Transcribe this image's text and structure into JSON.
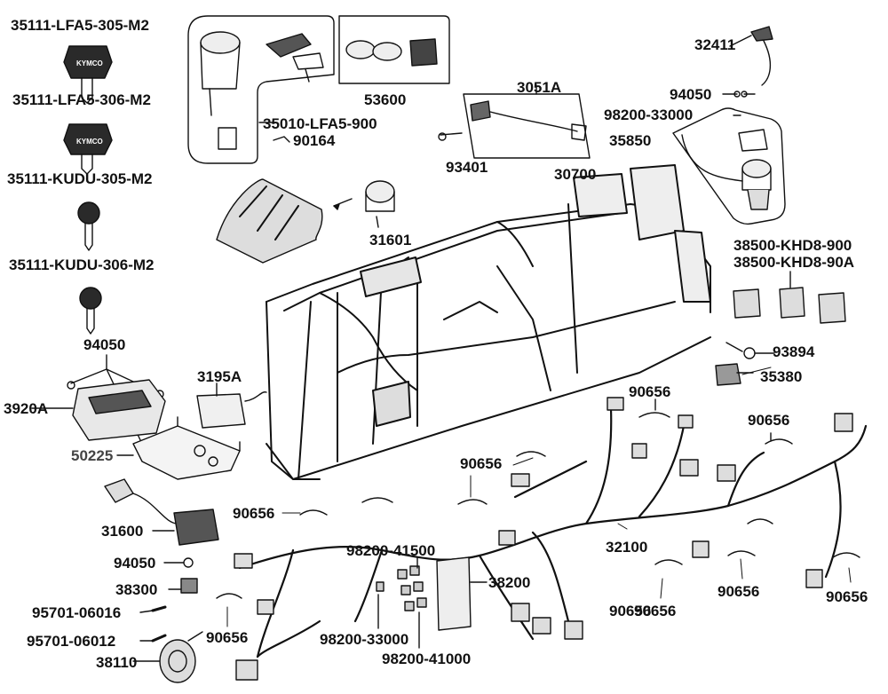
{
  "diagram": {
    "parts": [
      {
        "id": "p1",
        "number": "35111-LFA5-305-M2"
      },
      {
        "id": "p2",
        "number": "35111-LFA5-306-M2"
      },
      {
        "id": "p3",
        "number": "35111-KUDU-305-M2"
      },
      {
        "id": "p4",
        "number": "35111-KUDU-306-M2"
      },
      {
        "id": "p5",
        "number": "94050"
      },
      {
        "id": "p6",
        "number": "3920A"
      },
      {
        "id": "p7",
        "number": "3195A"
      },
      {
        "id": "p8",
        "number": "50225"
      },
      {
        "id": "p9",
        "number": "31600"
      },
      {
        "id": "p10",
        "number": "94050"
      },
      {
        "id": "p11",
        "number": "38300"
      },
      {
        "id": "p12",
        "number": "95701-06016"
      },
      {
        "id": "p13",
        "number": "95701-06012"
      },
      {
        "id": "p14",
        "number": "38110"
      },
      {
        "id": "p15",
        "number": "90656"
      },
      {
        "id": "p16",
        "number": "90656"
      },
      {
        "id": "p17",
        "number": "90656"
      },
      {
        "id": "p18",
        "number": "98200-41500"
      },
      {
        "id": "p19",
        "number": "98200-33000"
      },
      {
        "id": "p20",
        "number": "98200-41000"
      },
      {
        "id": "p21",
        "number": "38200"
      },
      {
        "id": "p22",
        "number": "35010-LFA5-900"
      },
      {
        "id": "p23",
        "number": "90164"
      },
      {
        "id": "p24",
        "number": "53600"
      },
      {
        "id": "p25",
        "number": "3051A"
      },
      {
        "id": "p26",
        "number": "93401"
      },
      {
        "id": "p27",
        "number": "30700"
      },
      {
        "id": "p28",
        "number": "31601"
      },
      {
        "id": "p29",
        "number": "32411"
      },
      {
        "id": "p30",
        "number": "94050"
      },
      {
        "id": "p31",
        "number": "98200-33000"
      },
      {
        "id": "p32",
        "number": "35850"
      },
      {
        "id": "p33",
        "number": "38500-KHD8-900"
      },
      {
        "id": "p34",
        "number": "38500-KHD8-90A"
      },
      {
        "id": "p35",
        "number": "93894"
      },
      {
        "id": "p36",
        "number": "35380"
      },
      {
        "id": "p37",
        "number": "90656"
      },
      {
        "id": "p38",
        "number": "90656"
      },
      {
        "id": "p39",
        "number": "90656"
      },
      {
        "id": "p40",
        "number": "32100"
      },
      {
        "id": "p41",
        "number": "90656"
      },
      {
        "id": "p42",
        "number": "90656"
      },
      {
        "id": "p43",
        "number": "90656"
      }
    ],
    "key_logo_text": "KYMCO"
  }
}
